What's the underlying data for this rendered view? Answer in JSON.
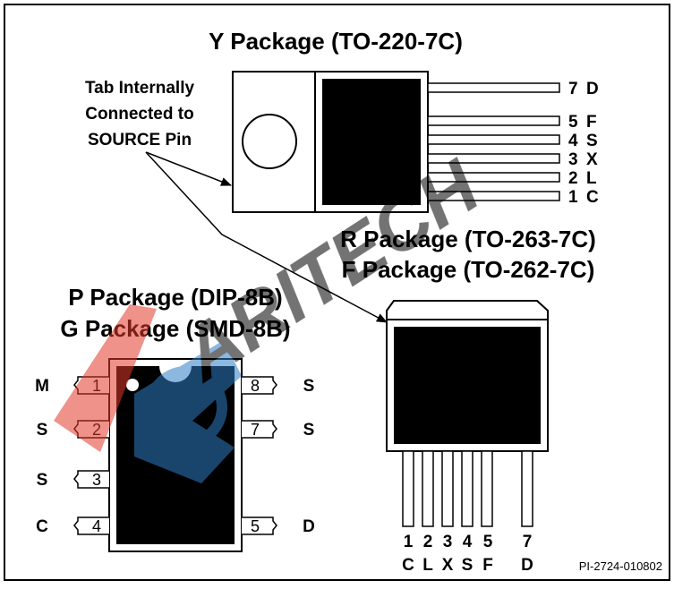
{
  "titles": {
    "y_package": "Y Package (TO-220-7C)",
    "r_package": "R Package (TO-263-7C)",
    "f_package": "F Package (TO-262-7C)",
    "p_package": "P Package (DIP-8B)",
    "g_package": "G Package (SMD-8B)"
  },
  "callout": {
    "line1": "Tab Internally",
    "line2": "Connected to",
    "line3": "SOURCE Pin"
  },
  "to220_pins": [
    {
      "num": "7",
      "name": "D"
    },
    {
      "num": "5",
      "name": "F"
    },
    {
      "num": "4",
      "name": "S"
    },
    {
      "num": "3",
      "name": "X"
    },
    {
      "num": "2",
      "name": "L"
    },
    {
      "num": "1",
      "name": "C"
    }
  ],
  "to263_pins": [
    {
      "num": "1",
      "name": "C"
    },
    {
      "num": "2",
      "name": "L"
    },
    {
      "num": "3",
      "name": "X"
    },
    {
      "num": "4",
      "name": "S"
    },
    {
      "num": "5",
      "name": "F"
    },
    {
      "num": "7",
      "name": "D"
    }
  ],
  "dip_left": [
    {
      "num": "1",
      "name": "M"
    },
    {
      "num": "2",
      "name": "S"
    },
    {
      "num": "3",
      "name": "S"
    },
    {
      "num": "4",
      "name": "C"
    }
  ],
  "dip_right": [
    {
      "num": "8",
      "name": "S"
    },
    {
      "num": "7",
      "name": "S"
    },
    {
      "num": "5",
      "name": "D"
    }
  ],
  "drawing_code": "PI-2724-010802",
  "watermark": "ARITECH",
  "colors": {
    "ink": "#000000",
    "watermark_blue": "#2f7fc6",
    "watermark_red": "#e0392b"
  }
}
